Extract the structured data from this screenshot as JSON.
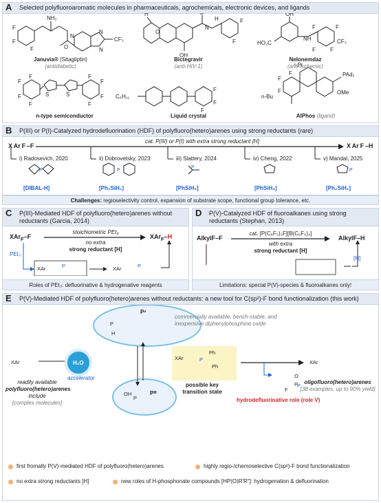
{
  "panelA": {
    "letter": "A",
    "header": "Selected polyfluoroaromatic molecules in pharmaceuticals, agrochemicals, electronic devices, and ligands",
    "januvia": {
      "name": "Januvia",
      "sup": "®",
      "alt": " (Sitagliptin)",
      "use": "(antidiabetic)",
      "nh2": "NH₂",
      "cf3": "CF₃"
    },
    "bictegravir": {
      "name": "Bictegravir",
      "use": "(anti-HIV-1)",
      "oh": "OH"
    },
    "nelonemdaz": {
      "name": "Nelonemdaz",
      "use": "(anti-ischemic)",
      "ho2c": "HO₂C",
      "oh": "OH",
      "nh": "NH",
      "cf3": "CF₃"
    },
    "semiconductor": {
      "name": "n-type semiconductor"
    },
    "liquid_crystal": {
      "name": "Liquid crystal",
      "chain": "C₆H₁₁"
    },
    "alphos": {
      "name": "AlPhos",
      "use": "(ligand)",
      "ipr": "i-Pr",
      "pad2": "PAd₂",
      "ome": "OMe",
      "nbu": "n-Bu"
    }
  },
  "panelB": {
    "letter": "B",
    "header": "P(III) or P(I)-Catalyzed hydrodefluorination (HDF) of polyfluoro(hetero)arenes using strong reductants (rare)",
    "reactant": "X Ar F –F",
    "arrow_label": "cat. P(III) or P(I) with extra strong reductant [H]",
    "product": "X Ar F –H",
    "refs": [
      "i) Radosevich, 2020",
      "ii) Dobrovetsky, 2023",
      "iii) Slattery, 2024",
      "iv) Cheng, 2022",
      "v) Mandal, 2025"
    ],
    "reductants": [
      "[DIBAL-H]",
      "[Ph₂SiH₂]",
      "[PhSiH₃]",
      "[PhSiH₃]",
      "[Ph₂SiH₂]"
    ],
    "challenges_label": "Challenges:",
    "challenges_text": " regioselectivity control, expansion of substrate scope, functional group tolerance, etc."
  },
  "panelC": {
    "letter": "C",
    "header": "P(III)-Mediated HDF of polyfluoro(hetero)arenes without reductants (Garcia, 2014)",
    "arrow_top": "stoichiometric PEt₃",
    "arrow_mid": "no extra",
    "arrow_bot": "strong reductant [H]",
    "side_label": "PEt₃",
    "footer": "Roles of PEt₃: defluorinative & hydrogenative reagents"
  },
  "panelD": {
    "letter": "D",
    "header": "P(V)-Catalyzed HDF of fluoroalkanes using strong reductants (Stephan, 2013)",
    "reactant": "AlkylF–F",
    "catalyst": "cat. [P(C₆F₅)₃F][B(C₆F₅)₄]",
    "with_extra": "with extra",
    "reductant": "strong reductant [H]",
    "product": "AlkylF–H",
    "h_label": "[H]",
    "footer": "Limitations: special P(V)-species & fluoroalkanes only!"
  },
  "panelE": {
    "letter": "E",
    "header": "P(V)-Mediated HDF of polyfluoro(hetero)arenes without reductants: a new tool for C(sp²)-F bond functionalization (this work)",
    "bubble_text": "commercially available, bench-stable, and inexpensive diphenylphosphine oxide",
    "pv": "Pᵛ",
    "piii": "Pᴵᴵᴵ",
    "water": "H₂O",
    "accelerator": "accelerator",
    "left_caption": [
      "readily available",
      "polyfluoro(hetero)arenes",
      "include",
      "[complex molecules]"
    ],
    "ts_label": [
      "possible key",
      "transition state"
    ],
    "role_label": "hydrodefluorinative role (role V)",
    "product_caption": [
      "oligofluoro(hetero)arenes",
      "[38 examples, up to 90% yield]"
    ],
    "bullets": [
      "first fromally P(V)-mediated HDF of polyfluoro(hetero)arenes",
      "highly regio-/chemoselective C(sp²)-F bond functionalization",
      "no extra strong reductants [H]",
      "new roles of H-phosphonate compounds [HP(O)R'R\"]: hydrogenation & defluorination"
    ]
  }
}
